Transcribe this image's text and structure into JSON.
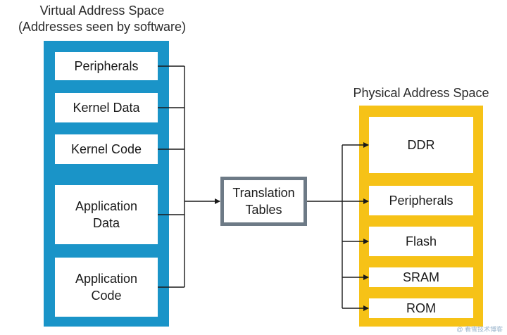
{
  "virtual": {
    "title_line1": "Virtual Address Space",
    "title_line2": "(Addresses seen by software)",
    "blocks": [
      {
        "label": "Peripherals"
      },
      {
        "label": "Kernel Data"
      },
      {
        "label": "Kernel Code"
      },
      {
        "label_line1": "Application",
        "label_line2": "Data"
      },
      {
        "label_line1": "Application",
        "label_line2": "Code"
      }
    ],
    "color": "#1a94c8"
  },
  "translation": {
    "line1": "Translation",
    "line2": "Tables",
    "border_color": "#6d7a86"
  },
  "physical": {
    "title": "Physical Address Space",
    "blocks": [
      {
        "label": "DDR"
      },
      {
        "label": "Peripherals"
      },
      {
        "label": "Flash"
      },
      {
        "label": "SRAM"
      },
      {
        "label": "ROM"
      }
    ],
    "color": "#f6c217"
  },
  "watermark": "@ 看雪技术博客"
}
